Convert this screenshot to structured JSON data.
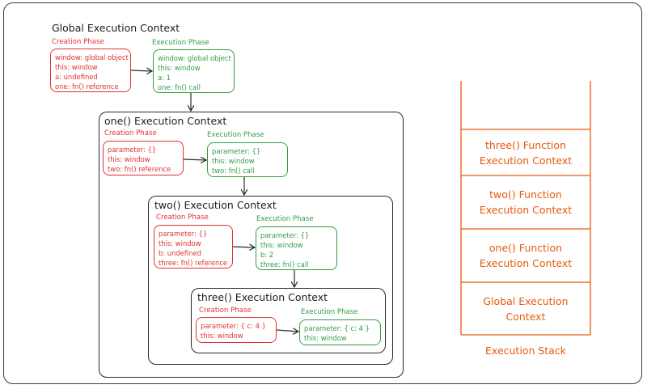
{
  "global": {
    "title": "Global Execution Context",
    "creation": {
      "label": "Creation Phase",
      "lines": [
        "window: global object",
        "this: window",
        "a: undefined",
        "one: fn() reference"
      ]
    },
    "execution": {
      "label": "Execution Phase",
      "lines": [
        "window: global object",
        "this: window",
        "a: 1",
        "one: fn() call"
      ]
    }
  },
  "one": {
    "title": "one() Execution Context",
    "creation": {
      "label": "Creation Phase",
      "lines": [
        "parameter: {}",
        "this: window",
        "two: fn() reference"
      ]
    },
    "execution": {
      "label": "Execution Phase",
      "lines": [
        "parameter: {}",
        "this: window",
        "two: fn() call"
      ]
    }
  },
  "two": {
    "title": "two() Execution Context",
    "creation": {
      "label": "Creation Phase",
      "lines": [
        "parameter: {}",
        "this: window",
        "b: undefined",
        "three: fn() reference"
      ]
    },
    "execution": {
      "label": "Execution Phase",
      "lines": [
        "parameter: {}",
        "this: window",
        "b: 2",
        "three: fn() call"
      ]
    }
  },
  "three": {
    "title": "three() Execution Context",
    "creation": {
      "label": "Creation Phase",
      "lines": [
        "parameter: { c: 4 }",
        "this: window"
      ]
    },
    "execution": {
      "label": "Execution Phase",
      "lines": [
        "parameter: { c: 4 }",
        "this: window"
      ]
    }
  },
  "stack": {
    "items": [
      {
        "line1": "three() Function",
        "line2": "Execution Context"
      },
      {
        "line1": "two() Function",
        "line2": "Execution Context"
      },
      {
        "line1": "one() Function",
        "line2": "Execution Context"
      },
      {
        "line1": "Global Execution",
        "line2": "Context"
      }
    ],
    "label": "Execution Stack"
  },
  "colors": {
    "creation": "#e03131",
    "execution": "#2f9e44",
    "stack": "#e8590c",
    "outline": "#2a2a2a"
  }
}
